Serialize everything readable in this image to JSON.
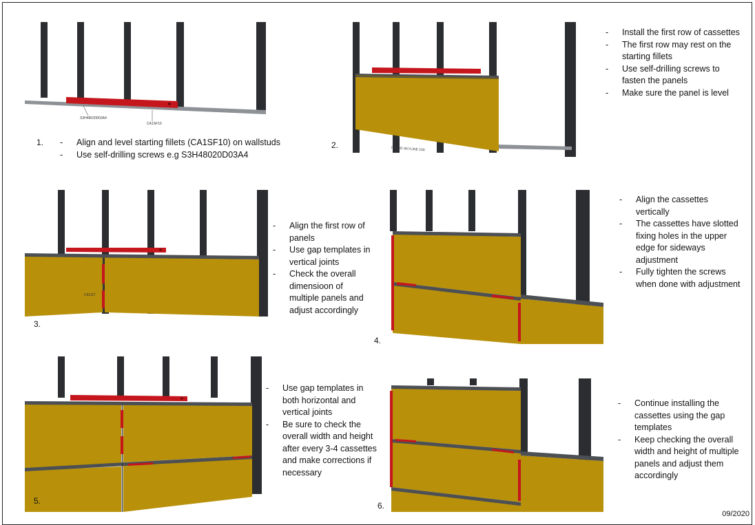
{
  "panels": [
    {
      "number": "1.",
      "bullets": [
        "Align and level starting fillets (CA1SF10) on wallstuds",
        "Use self-drilling screws e.g S3H48020D03A4"
      ],
      "labels": [
        "S3H48020D03A4",
        "CA1SF10"
      ]
    },
    {
      "number": "2.",
      "bullets": [
        "Install the first row of cassettes",
        "The first row may rest on the starting fillets",
        "Use self-drilling screws to fasten the panels",
        "Make sure the panel is level"
      ],
      "labels": [
        "PRIMO SKYLINE 100"
      ]
    },
    {
      "number": "3.",
      "bullets": [
        "Align the first row of panels",
        "Use gap templates in vertical joints",
        "Check the overall dimensioon of multiple panels and adjust accordingly"
      ],
      "labels": [
        "CA1GT"
      ]
    },
    {
      "number": "4.",
      "bullets": [
        "Align the cassettes vertically",
        "The cassettes have slotted fixing holes in the upper edge for sideways adjustment",
        "Fully tighten the screws when done with adjustment"
      ]
    },
    {
      "number": "5.",
      "bullets": [
        "Use gap templates in both horizontal and vertical joints",
        "Be sure to check the overall width and height after every 3-4 cassettes and make corrections if necessary"
      ]
    },
    {
      "number": "6.",
      "bullets": [
        "Continue installing the cassettes using the gap templates",
        "Keep checking the overall width and height of multiple panels and adjust them accordingly"
      ]
    }
  ],
  "page_number": "09/2020",
  "colors": {
    "stud": "#2b2d30",
    "panel": "#b8900a",
    "panel_edge": "#8a6b05",
    "level": "#c4161c",
    "rail": "#8e9296"
  }
}
